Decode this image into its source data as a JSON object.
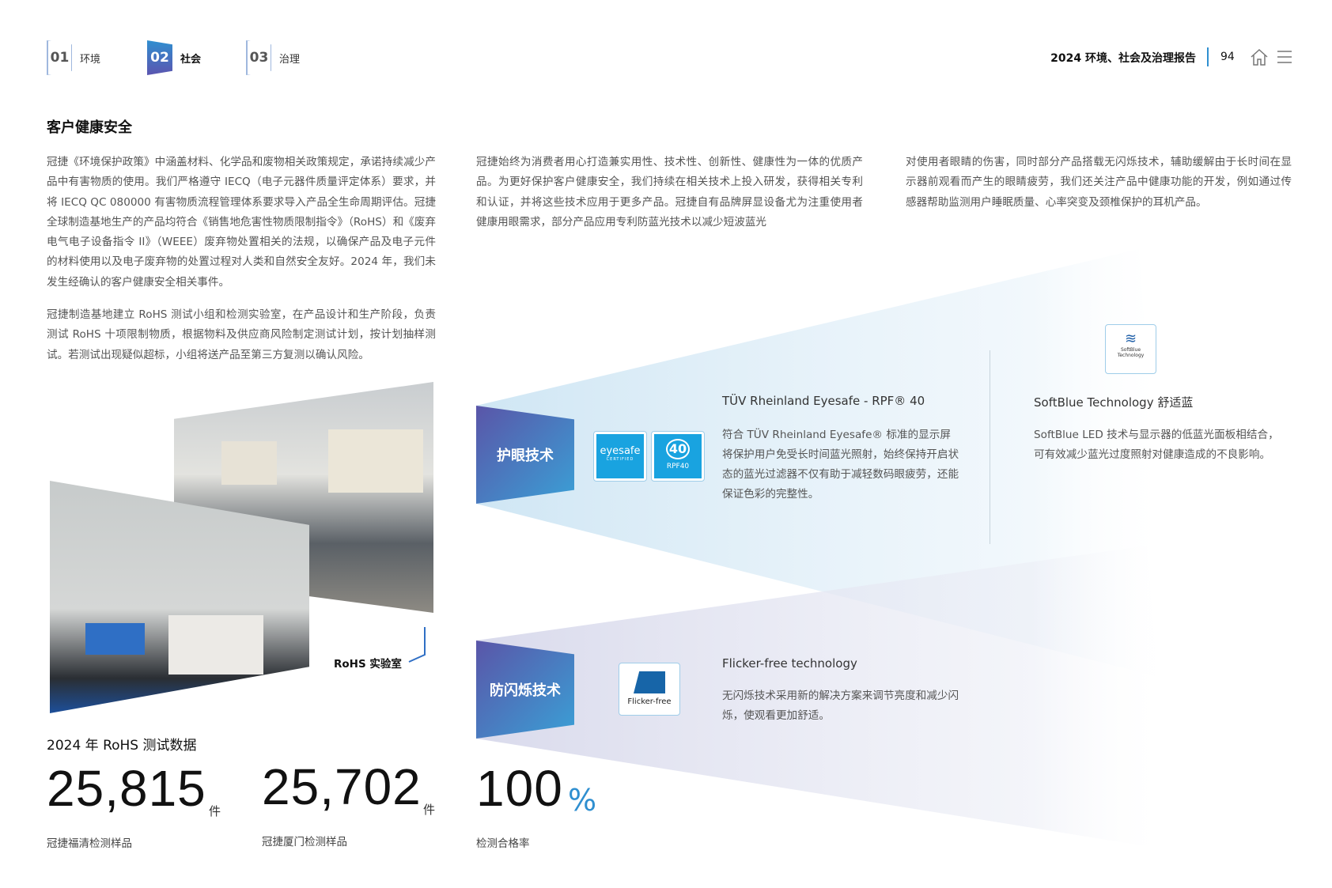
{
  "nav": {
    "items": [
      {
        "num": "01",
        "label": "环境"
      },
      {
        "num": "02",
        "label": "社会",
        "active": true
      },
      {
        "num": "03",
        "label": "治理"
      }
    ]
  },
  "header": {
    "report_title": "2024 环境、社会及治理报告",
    "page_number": "94",
    "icons": [
      "home-icon",
      "menu-icon"
    ]
  },
  "section_title": "客户健康安全",
  "paragraphs": {
    "col1_p1": "冠捷《环境保护政策》中涵盖材料、化学品和废物相关政策规定，承诺持续减少产品中有害物质的使用。我们严格遵守 IECQ（电子元器件质量评定体系）要求，并将 IECQ QC 080000 有害物质流程管理体系要求导入产品全生命周期评估。冠捷全球制造基地生产的产品均符合《销售地危害性物质限制指令》（RoHS）和《废弃电气电子设备指令 II》（WEEE）废弃物处置相关的法规，以确保产品及电子元件的材料使用以及电子废弃物的处置过程对人类和自然安全友好。2024 年，我们未发生经确认的客户健康安全相关事件。",
    "col1_p2": "冠捷制造基地建立 RoHS 测试小组和检测实验室，在产品设计和生产阶段，负责测试 RoHS 十项限制物质，根据物料及供应商风险制定测试计划，按计划抽样测试。若测试出现疑似超标，小组将送产品至第三方复测以确认风险。",
    "col2": "冠捷始终为消费者用心打造兼实用性、技术性、创新性、健康性为一体的优质产品。为更好保护客户健康安全，我们持续在相关技术上投入研发，获得相关专利和认证，并将这些技术应用于更多产品。冠捷自有品牌屏显设备尤为注重使用者健康用眼需求，部分产品应用专利防蓝光技术以减少短波蓝光",
    "col3": "对使用者眼睛的伤害，同时部分产品搭载无闪烁技术，辅助缓解由于长时间在显示器前观看而产生的眼睛疲劳，我们还关注产品中健康功能的开发，例如通过传感器帮助监测用户睡眠质量、心率突变及颈椎保护的耳机产品。"
  },
  "photo_caption": "RoHS 实验室",
  "eye_care": {
    "tag": "护眼技术",
    "badge1": "eyesafe",
    "badge1_sub": "CERTIFIED",
    "badge2": "40",
    "badge2_sub": "RPF40",
    "tuv_title": "TÜV Rheinland Eyesafe - RPF® 40",
    "tuv_text": "符合 TÜV Rheinland Eyesafe® 标准的显示屏将保护用户免受长时间蓝光照射，始终保持开启状态的蓝光过滤器不仅有助于减轻数码眼疲劳，还能保证色彩的完整性。",
    "softblue_icon": "SoftBlue Technology",
    "softblue_title": "SoftBlue Technology 舒适蓝",
    "softblue_text": "SoftBlue LED 技术与显示器的低蓝光面板相结合，可有效减少蓝光过度照射对健康造成的不良影响。"
  },
  "flicker": {
    "tag": "防闪烁技术",
    "icon_label": "Flicker-free",
    "title": "Flicker-free technology",
    "text": "无闪烁技术采用新的解决方案来调节亮度和减少闪烁，使观看更加舒适。"
  },
  "stats": {
    "title": "2024 年 RoHS 测试数据",
    "items": [
      {
        "value": "25,815",
        "unit": "件",
        "label": "冠捷福清检测样品"
      },
      {
        "value": "25,702",
        "unit": "件",
        "label": "冠捷厦门检测样品"
      },
      {
        "value": "100",
        "unit": "%",
        "label": "检测合格率"
      }
    ]
  },
  "colors": {
    "accent": "#2f8fd0",
    "purple": "#5a55a8"
  }
}
